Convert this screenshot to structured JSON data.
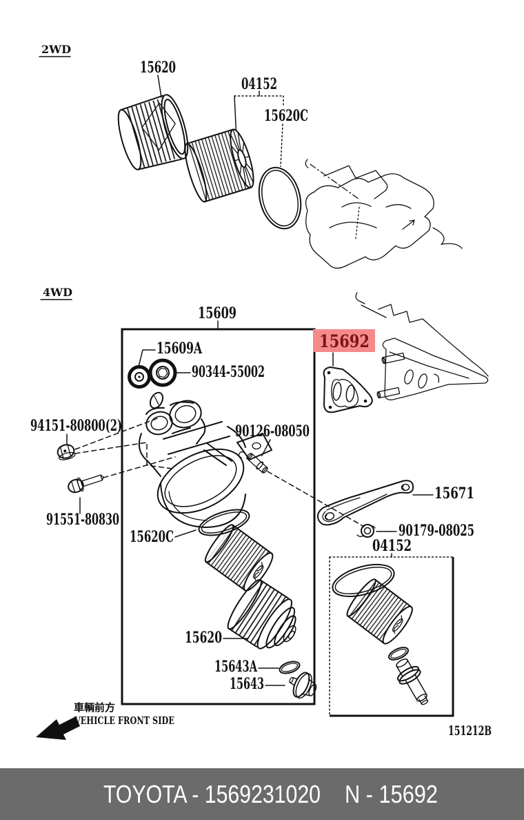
{
  "colors": {
    "line": "#111111",
    "highlight_bg": "#f48a8a",
    "highlight_fg": "#7c1418",
    "footer_bg": "#6b6b6b",
    "footer_fg": "#ffffff"
  },
  "footer": {
    "catalog": "TOYOTA - 1569231020",
    "part": "N - 15692"
  },
  "sections": {
    "two_wd": {
      "heading": "2WD",
      "labels": {
        "cap": "15620",
        "kit": "04152",
        "oring": "15620C"
      }
    },
    "four_wd": {
      "heading": "4WD",
      "labels": {
        "bracket_assy": "15609",
        "union": "15609A",
        "plug": "90344-55002",
        "nut2": "94151-80800(2)",
        "stud": "90126-08050",
        "bolt": "91551-80830",
        "oring": "15620C",
        "cap": "15620",
        "oring_small": "15643A",
        "drain_plug": "15643",
        "gasket": "15692",
        "pipe": "15671",
        "nut": "90179-08025",
        "kit": "04152"
      }
    },
    "notes": {
      "front_jp": "車輌前方",
      "front_en": "VEHICLE FRONT SIDE",
      "figure_code": "151212B"
    }
  }
}
